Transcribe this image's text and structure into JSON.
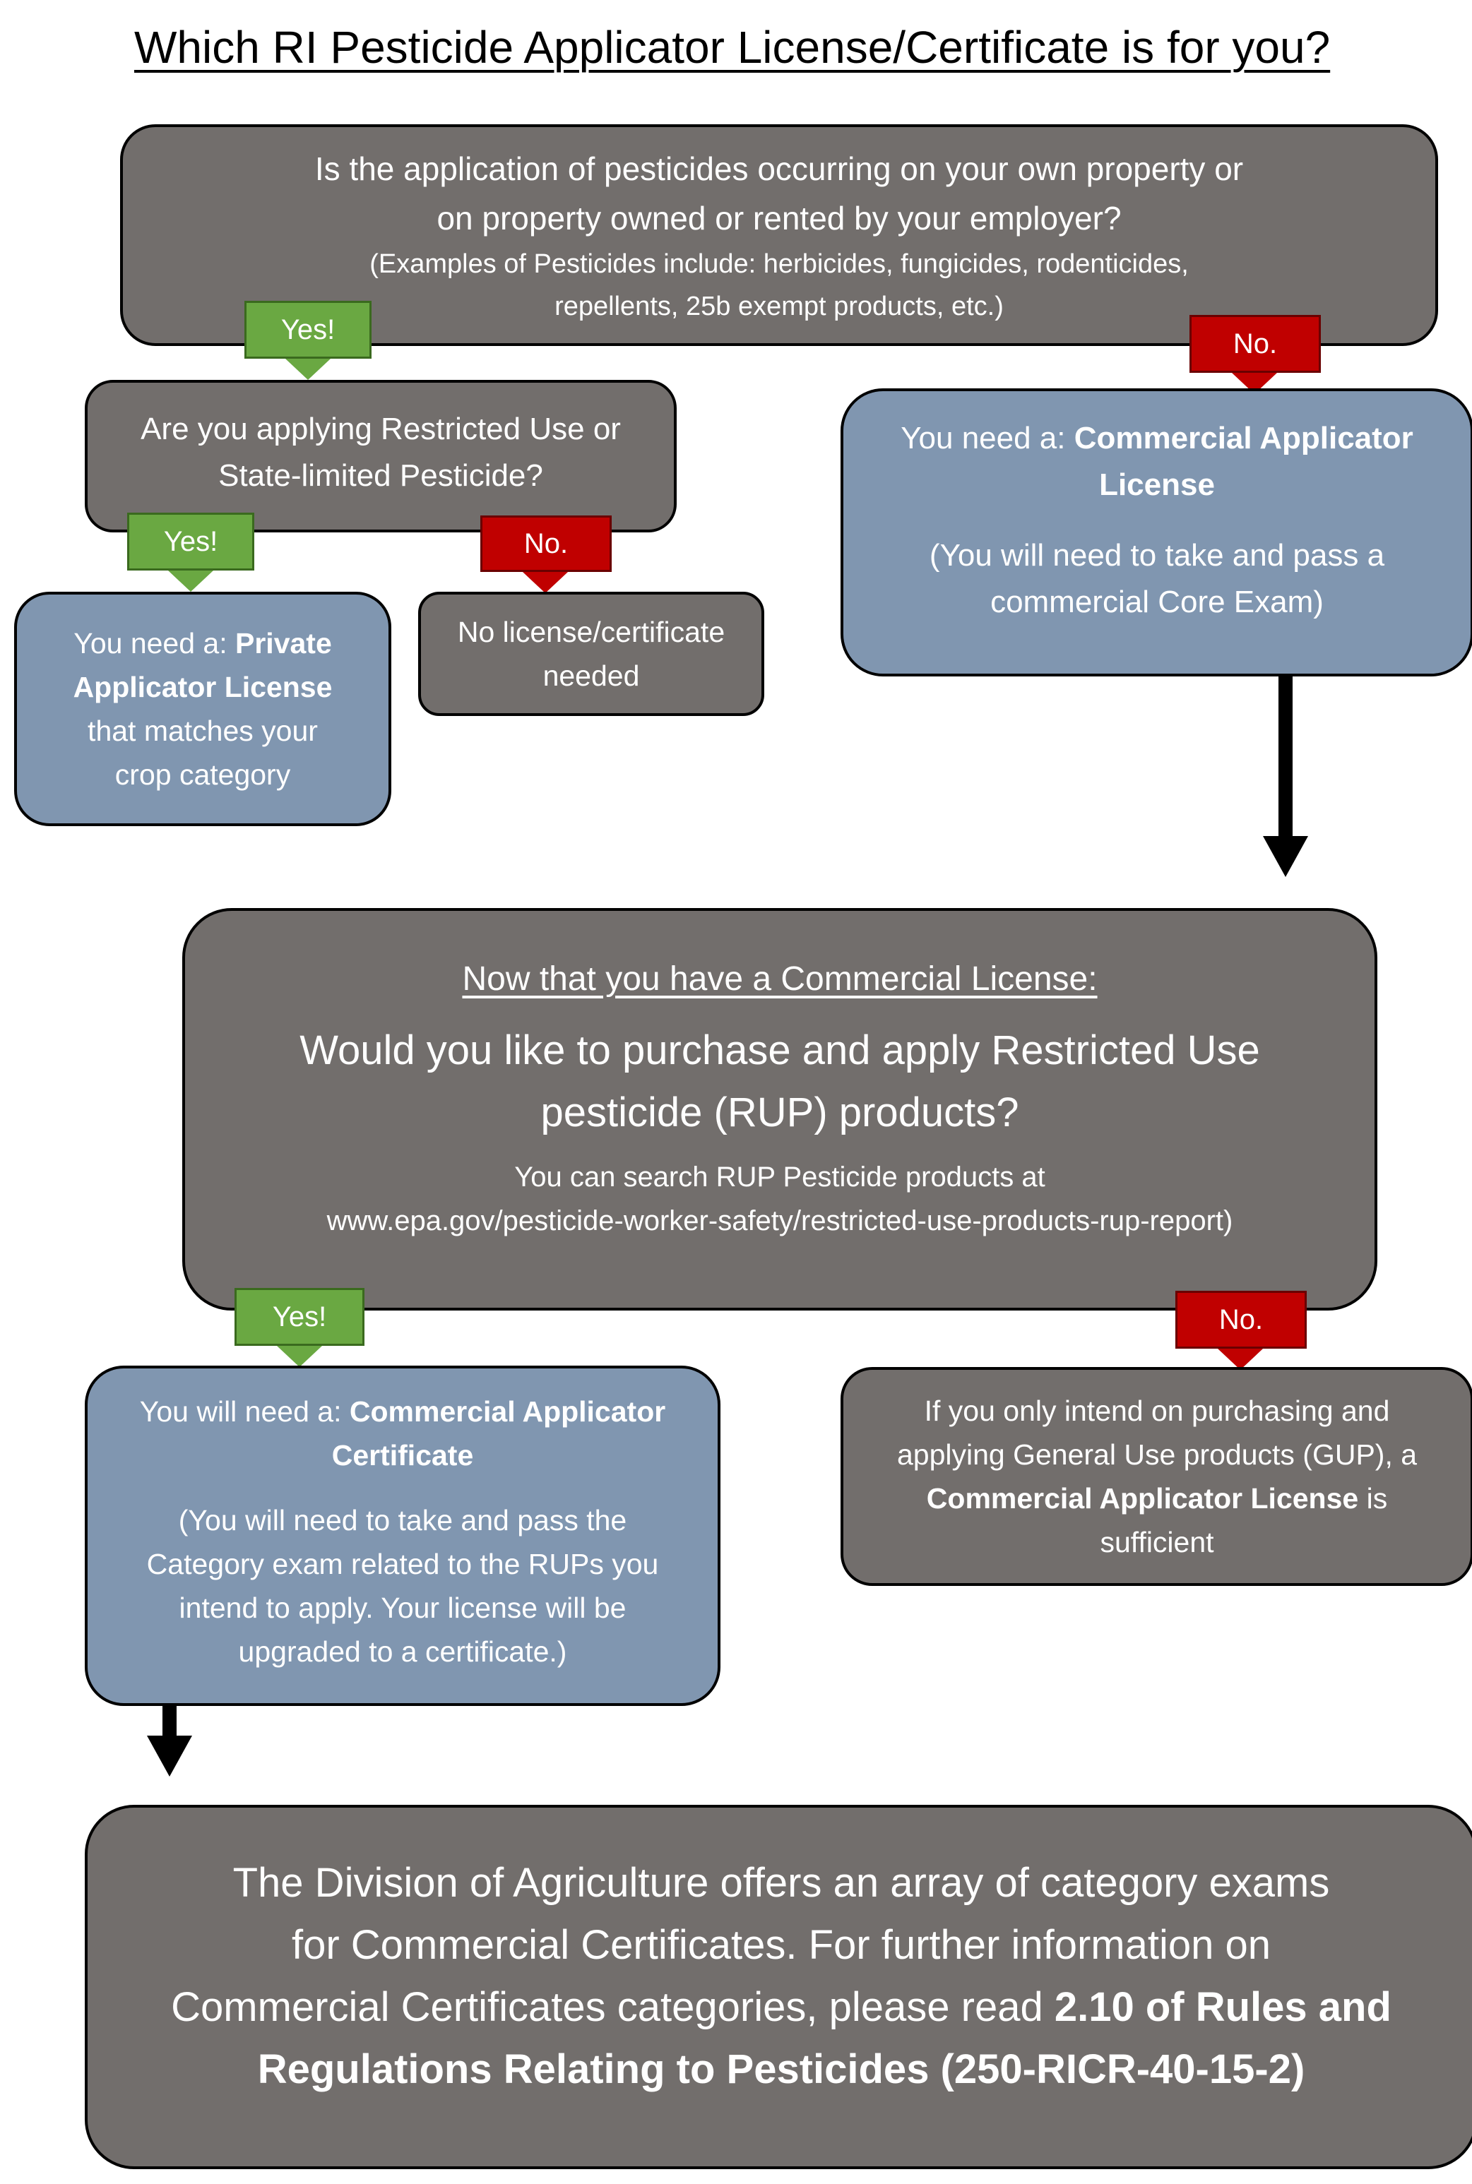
{
  "title": "Which RI Pesticide Applicator License/Certificate is for you?",
  "q1": {
    "line1": "Is the application of pesticides occurring on your own property or",
    "line2": "on property owned or rented by your employer?",
    "note1": "(Examples of Pesticides include: herbicides, fungicides, rodenticides,",
    "note2": "repellents, 25b exempt products, etc.)"
  },
  "labels": {
    "yes": "Yes!",
    "no": "No."
  },
  "q2": {
    "line1": "Are you applying Restricted Use or",
    "line2": "State-limited Pesticide?"
  },
  "commercial_license": {
    "prefix": "You need a: ",
    "bold1": "Commercial Applicator",
    "bold2": "License",
    "note1": "(You will need to take and pass a",
    "note2": "commercial Core Exam)"
  },
  "private_license": {
    "prefix": "You need a: ",
    "bold1": "Private",
    "bold2": "Applicator License",
    "line3": "that matches your",
    "line4": "crop category"
  },
  "no_license": {
    "line1": "No license/certificate",
    "line2": "needed"
  },
  "q3": {
    "heading": "Now that you have a Commercial License:",
    "line1": "Would you like to purchase and apply Restricted Use",
    "line2": "pesticide (RUP) products?",
    "note1": "You can search RUP Pesticide products at",
    "note2": "www.epa.gov/pesticide-worker-safety/restricted-use-products-rup-report)"
  },
  "certificate": {
    "prefix": "You will need a: ",
    "bold1": "Commercial Applicator",
    "bold2": "Certificate",
    "note1": "(You will need to take and pass the",
    "note2": "Category exam related to the RUPs you",
    "note3": "intend to apply. Your license will be",
    "note4": "upgraded to a certificate.)"
  },
  "gup": {
    "line1": "If you only intend on purchasing and",
    "line2": "applying General Use products (GUP), a",
    "bold": "Commercial Applicator License",
    "line3_suffix": " is",
    "line4": "sufficient"
  },
  "final": {
    "line1": "The Division of Agriculture offers an array of category exams",
    "line2": "for Commercial Certificates. For further information on",
    "line3_prefix": "Commercial Certificates categories, please read ",
    "line3_bold": "2.10 of Rules and",
    "line4_bold": "Regulations Relating to Pesticides (250-RICR-40-15-2)"
  },
  "colors": {
    "gray_box": "#726e6c",
    "blue_box": "#8096b0",
    "yes_green": "#6aa842",
    "no_red": "#c00000"
  }
}
